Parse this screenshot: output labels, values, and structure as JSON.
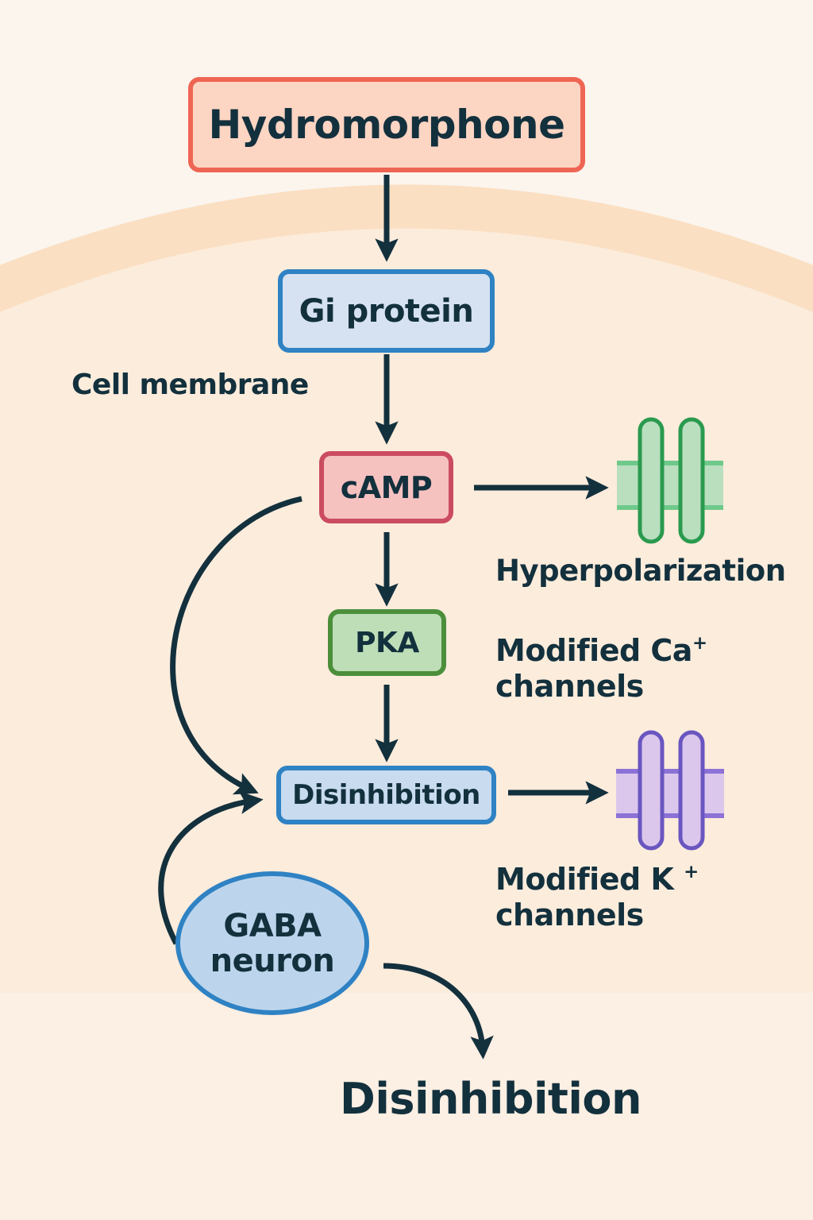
{
  "diagram": {
    "title_node": "Hydromorphone",
    "region_label": "Cell membrane",
    "nodes": {
      "hydromorphone": "Hydromorphone",
      "gi_protein": "Gi protein",
      "camp": "cAMP",
      "pka": "PKA",
      "disinhibition": "Disinhibition",
      "gaba_line1": "GABA",
      "gaba_line2": "neuron"
    },
    "labels": {
      "hyperpolarization": "Hyperpolarization",
      "ca_line1": "Modified Ca",
      "ca_sup": "+",
      "ca_line2": "channels",
      "k_line1": "Modified K ",
      "k_sup": "+",
      "k_line2": "channels",
      "final_outcome": "Disinhibition"
    },
    "edges": [
      {
        "from": "Hydromorphone",
        "to": "Gi protein"
      },
      {
        "from": "Gi protein",
        "to": "cAMP"
      },
      {
        "from": "cAMP",
        "to": "PKA"
      },
      {
        "from": "PKA",
        "to": "Disinhibition"
      },
      {
        "from": "cAMP",
        "to": "Disinhibition",
        "style": "curved"
      },
      {
        "from": "GABA neuron",
        "to": "Disinhibition",
        "style": "curved"
      },
      {
        "from": "cAMP",
        "to": "Ca+ channel (Hyperpolarization)"
      },
      {
        "from": "Disinhibition",
        "to": "K+ channel"
      },
      {
        "from": "GABA neuron",
        "to": "Disinhibition (outcome)",
        "style": "curved"
      }
    ],
    "colors": {
      "background": "#fbf5ee",
      "membrane": "#fbe0c4",
      "arrow": "#13303d",
      "hydromorphone": "#ef6554",
      "gi_protein": "#2f82c3",
      "camp": "#cb4c60",
      "pka": "#4c8f3b",
      "green_channel": "#2a9a4e",
      "purple_channel": "#6a56c0"
    }
  }
}
